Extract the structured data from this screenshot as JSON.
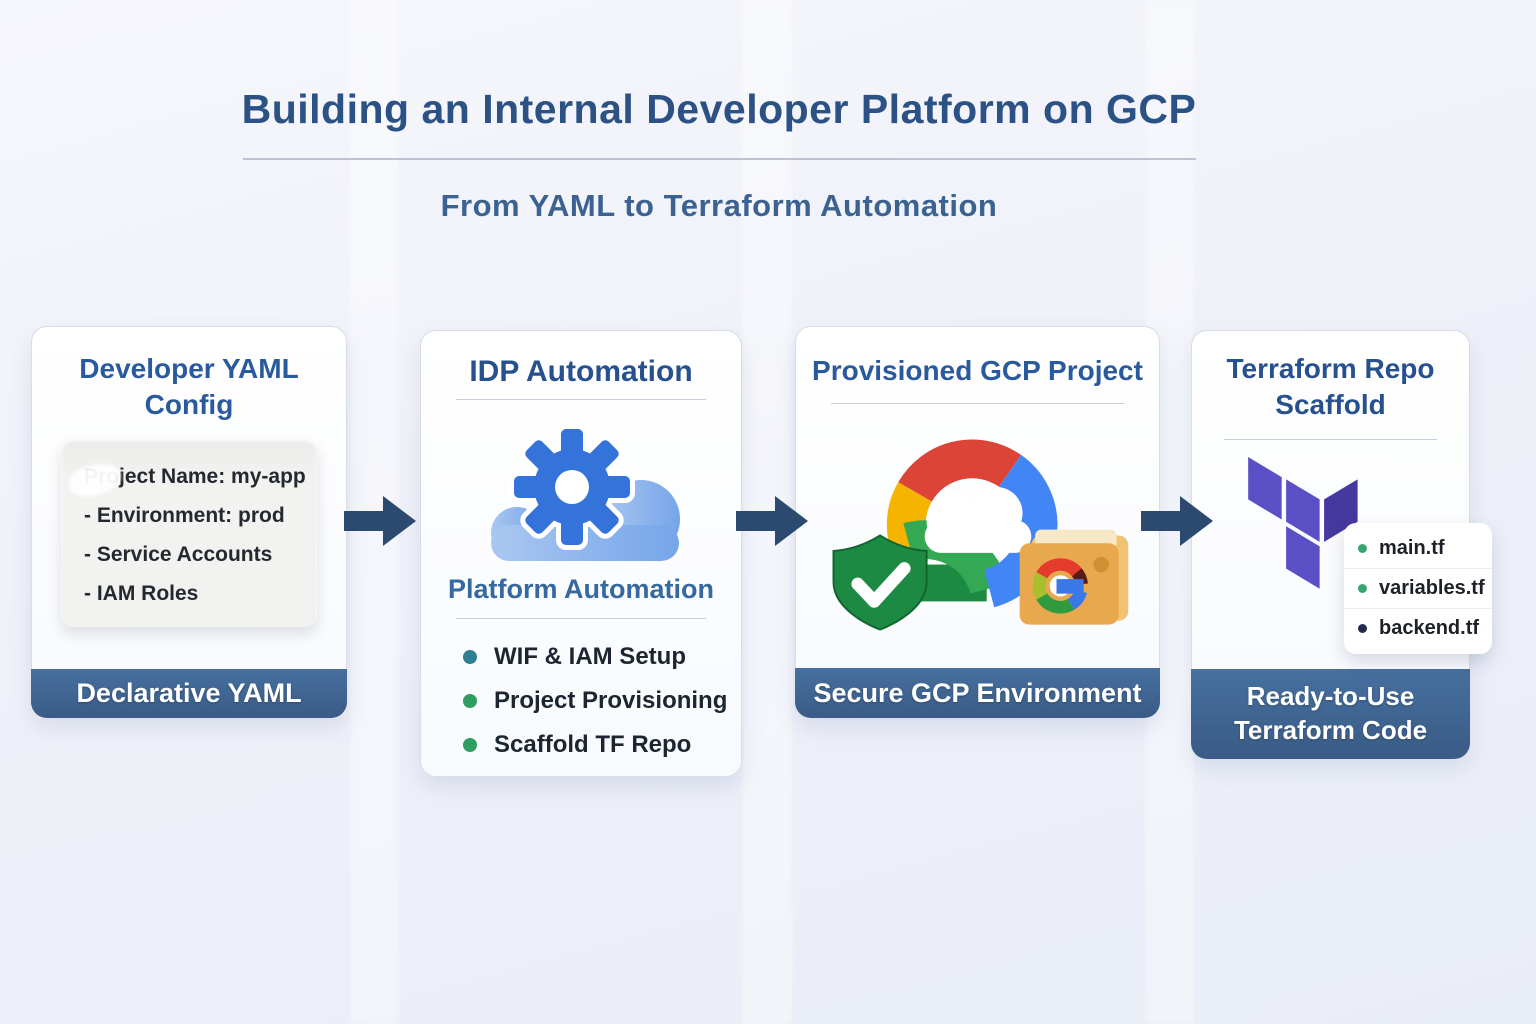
{
  "header": {
    "title": "Building an Internal Developer Platform on GCP",
    "subtitle": "From YAML to Terraform Automation"
  },
  "colors": {
    "title_blue": "#2c5184",
    "card_heading_blue": "#2a5a9e",
    "footer_bar_blue": "#3e6190",
    "arrow_blue": "#2c4a70",
    "bullet_teal": "#2e7f8f",
    "bullet_green": "#2f9e60",
    "terraform_purple": "#5b4fc6",
    "terraform_purple_dark": "#46389e",
    "gcp_red": "#db4437",
    "gcp_blue": "#4285f4",
    "gcp_green": "#34a853",
    "gcp_yellow": "#f4b400",
    "folder_orange": "#e8a94e",
    "shield_green": "#1d8a43"
  },
  "cards": [
    {
      "id": "developer-yaml-config",
      "title": "Developer YAML Config",
      "icon": "yaml-code-box",
      "code_lines": [
        "Project Name: my-app",
        "- Environment: prod",
        "- Service Accounts",
        "- IAM Roles"
      ],
      "footer": "Declarative YAML"
    },
    {
      "id": "idp-automation",
      "title": "IDP Automation",
      "icon": "cloud-gear-icon",
      "caption": "Platform Automation",
      "bullets": [
        {
          "label": "WIF & IAM Setup",
          "color": "#2e7f8f"
        },
        {
          "label": "Project Provisioning",
          "color": "#2f9e60"
        },
        {
          "label": "Scaffold TF Repo",
          "color": "#2f9e60"
        }
      ]
    },
    {
      "id": "provisioned-gcp-project",
      "title": "Provisioned GCP Project",
      "icon": "gcp-cloud-shield-folder-icon",
      "footer": "Secure GCP Environment"
    },
    {
      "id": "terraform-repo-scaffold",
      "title": "Terraform Repo Scaffold",
      "icon": "terraform-logo",
      "files": [
        {
          "name": "main.tf",
          "color": "#34a56f"
        },
        {
          "name": "variables.tf",
          "color": "#34a56f"
        },
        {
          "name": "backend.tf",
          "color": "#232c4e"
        }
      ],
      "footer": "Ready-to-Use Terraform Code"
    }
  ]
}
